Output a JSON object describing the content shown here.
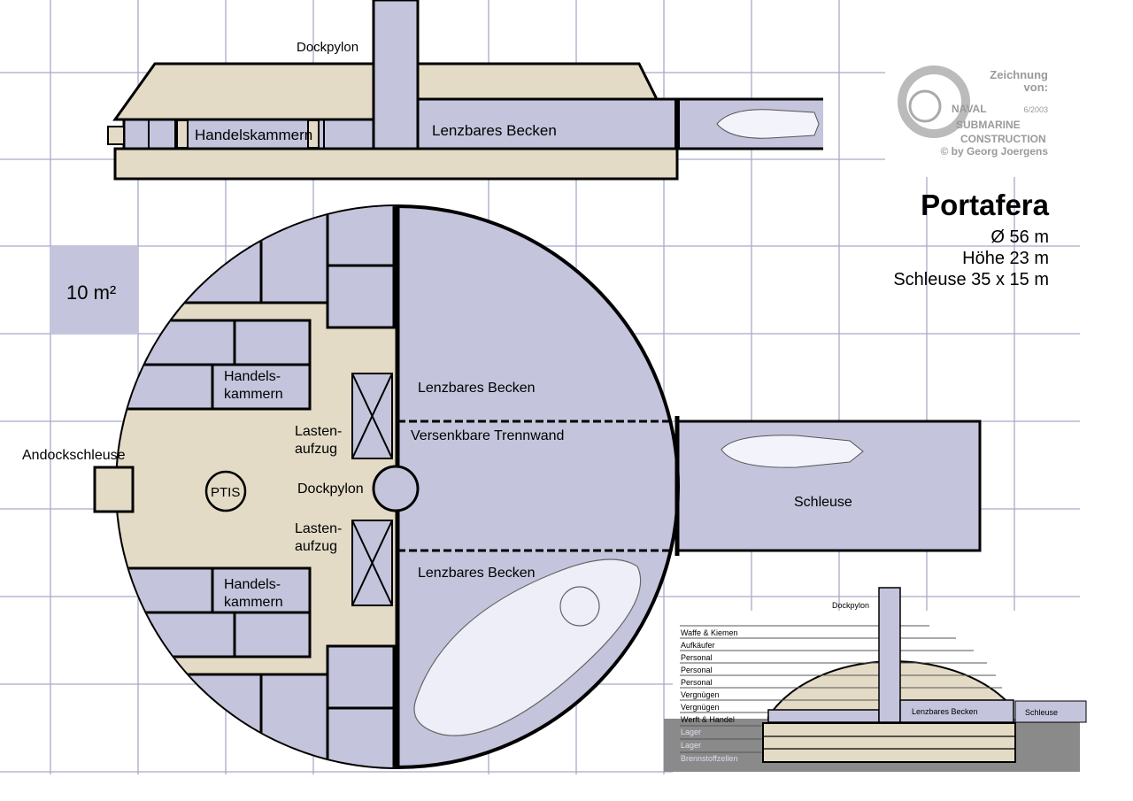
{
  "title": {
    "name": "Portafera",
    "diameter": "Ø 56 m",
    "height": "Höhe 23 m",
    "lock": "Schleuse 35 x 15  m"
  },
  "scale_box": {
    "label": "10 m²"
  },
  "credit": {
    "line1": "Zeichnung",
    "line2": "von:",
    "logo_text": [
      "NAVAL",
      "SUBMARINE",
      "CONSTRUCTION"
    ],
    "date": "6/2003",
    "author": "© by Georg Joergens"
  },
  "top_view": {
    "dockpylon": "Dockpylon",
    "handelskammern": "Handelskammern",
    "lenzbares_becken": "Lenzbares Becken"
  },
  "plan_view": {
    "handels1_a": "Handels-",
    "handels1_b": "kammern",
    "handels2_a": "Handels-",
    "handels2_b": "kammern",
    "lenz_top": "Lenzbares Becken",
    "trennwand": "Versenkbare Trennwand",
    "lenz_bottom": "Lenzbares Becken",
    "lasten1_a": "Lasten-",
    "lasten1_b": "aufzug",
    "lasten2_a": "Lasten-",
    "lasten2_b": "aufzug",
    "dockpylon": "Dockpylon",
    "andockschleuse": "Andockschleuse",
    "ptis": "PTIS",
    "schleuse": "Schleuse"
  },
  "section_view": {
    "dockpylon": "Dockpylon",
    "lenzbares_becken": "Lenzbares Becken",
    "schleuse": "Schleuse",
    "levels": [
      "Waffe & Kiemen",
      "Aufkäufer",
      "Personal",
      "Personal",
      "Personal",
      "Vergnügen",
      "Vergnügen",
      "Werft & Handel",
      "Lager",
      "Lager",
      "Brennstoffzellen"
    ]
  },
  "colors": {
    "lavender": "#c4c4dc",
    "beige": "#e3dbc6",
    "grid": "#a9a9c9"
  }
}
